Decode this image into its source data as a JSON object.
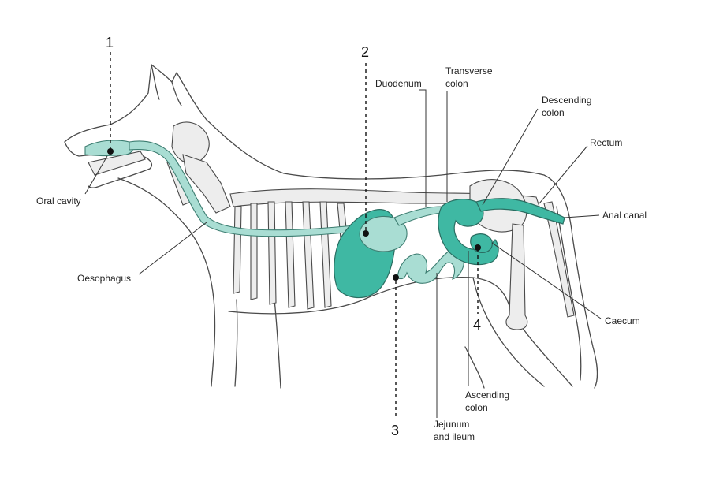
{
  "labels": {
    "oral_cavity": "Oral cavity",
    "oesophagus": "Oesophagus",
    "duodenum": "Duodenum",
    "transverse_colon_1": "Transverse",
    "transverse_colon_2": "colon",
    "descending_colon_1": "Descending",
    "descending_colon_2": "colon",
    "rectum": "Rectum",
    "anal_canal": "Anal canal",
    "caecum": "Caecum",
    "ascending_colon_1": "Ascending",
    "ascending_colon_2": "colon",
    "jejunum_ileum_1": "Jejunum",
    "jejunum_ileum_2": "and ileum"
  },
  "markers": {
    "m1": "1",
    "m2": "2",
    "m3": "3",
    "m4": "4"
  },
  "colors": {
    "organ_teal": "#3fb8a3",
    "organ_light": "#a9ddd3",
    "outline": "#4a4a4a",
    "bone": "#ededed"
  }
}
